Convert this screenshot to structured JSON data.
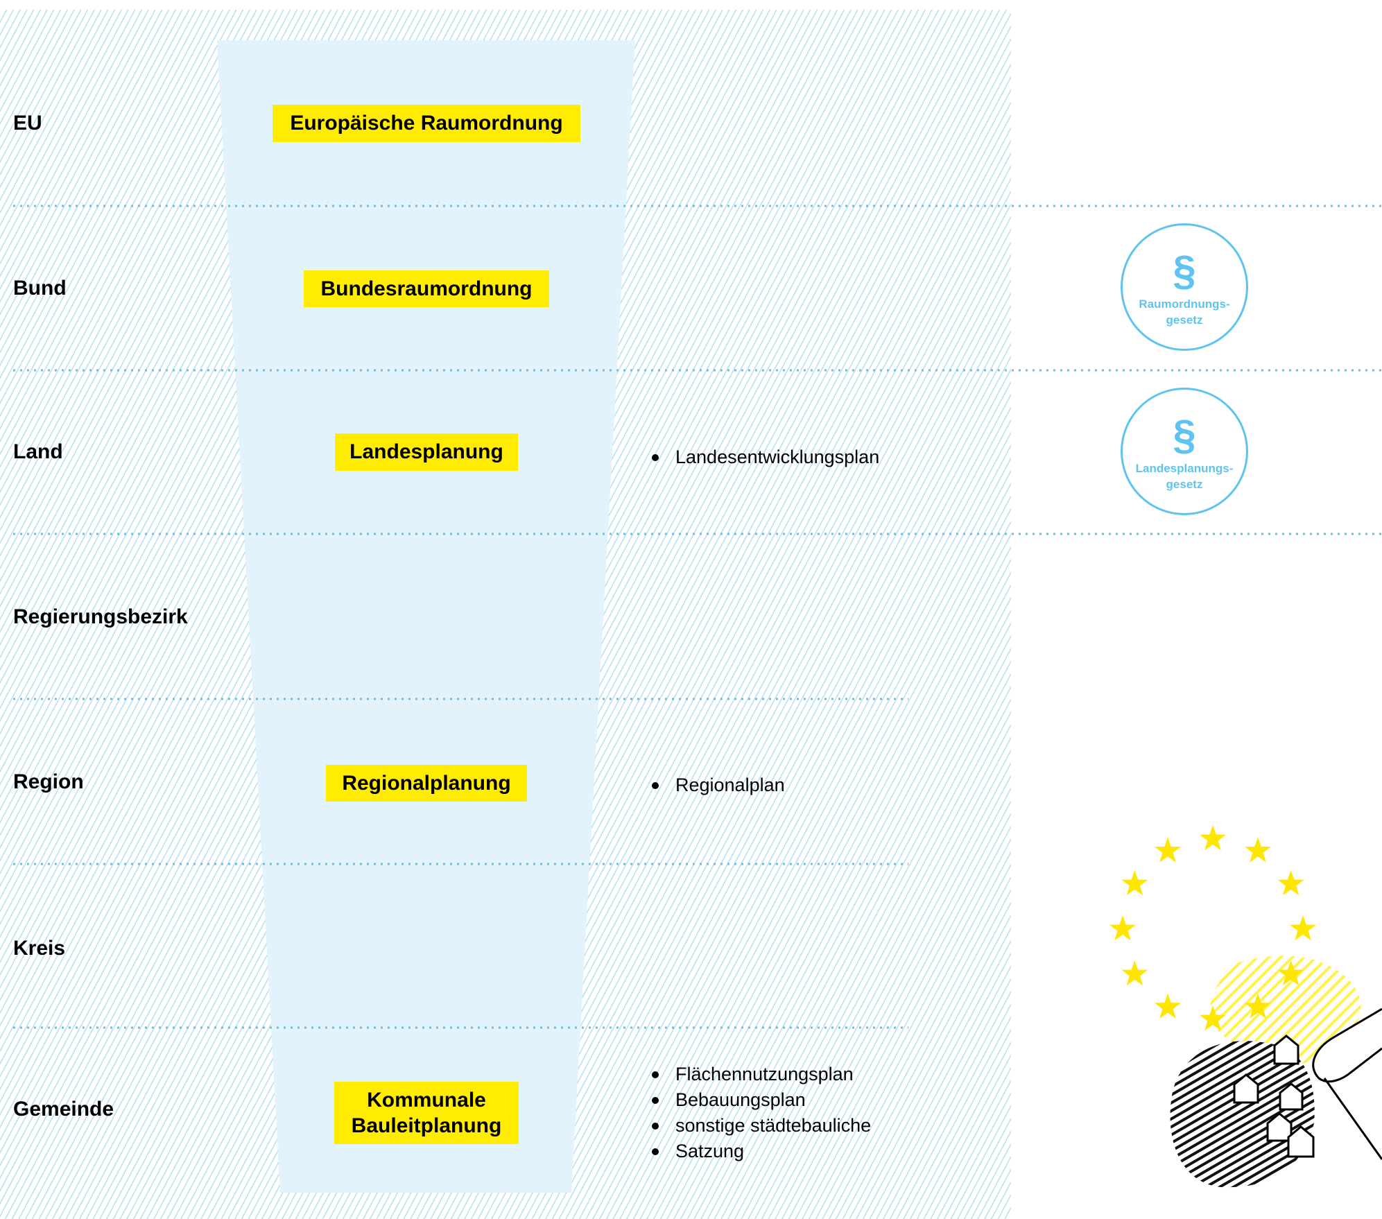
{
  "levels": [
    {
      "name": "EU",
      "program": "Europäische Raumordnung"
    },
    {
      "name": "Bund",
      "program": "Bundesraumordnung"
    },
    {
      "name": "Land",
      "program": "Landesplanung",
      "plans": [
        "Landesentwicklungsplan"
      ]
    },
    {
      "name": "Regierungsbezirk"
    },
    {
      "name": "Region",
      "program": "Regionalplanung",
      "plans": [
        "Regionalplan"
      ]
    },
    {
      "name": "Kreis"
    },
    {
      "name": "Gemeinde",
      "program_lines": [
        "Kommunale",
        "Bauleitplanung"
      ],
      "plans": [
        "Flächennutzungsplan",
        "Bebauungsplan",
        "sonstige städtebauliche",
        "Satzung"
      ]
    }
  ],
  "laws": [
    {
      "symbol": "§",
      "name_lines": [
        "Raumordnungs-",
        "gesetz"
      ]
    },
    {
      "symbol": "§",
      "name_lines": [
        "Landesplanungs-",
        "gesetz"
      ]
    }
  ],
  "colors": {
    "highlight": "#ffec00",
    "accent": "#5ec4ef",
    "funnel": "#e3f3fc",
    "hatch": "#b9e1f4",
    "star": "#ffe600"
  },
  "icons": [
    "paragraph-icon",
    "eu-stars-emblem",
    "village-houses-icon"
  ]
}
